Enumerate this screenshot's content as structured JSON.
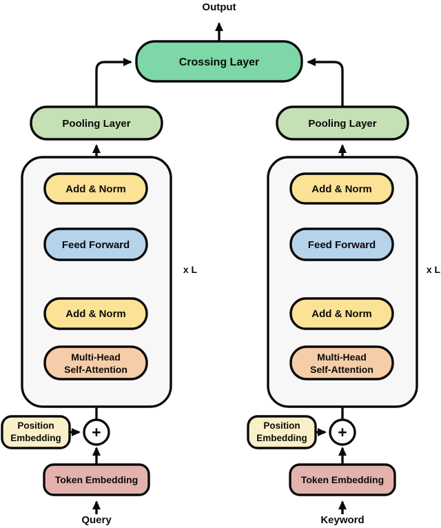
{
  "labels": {
    "output": "Output",
    "crossing": "Crossing Layer",
    "repeat": "x L",
    "plus": "+"
  },
  "towers": [
    {
      "name": "query-tower",
      "pooling": "Pooling Layer",
      "add_norm_top": "Add & Norm",
      "feed_forward": "Feed Forward",
      "add_norm_bottom": "Add & Norm",
      "attention_line1": "Multi-Head",
      "attention_line2": "Self-Attention",
      "position_line1": "Position",
      "position_line2": "Embedding",
      "token": "Token Embedding",
      "input": "Query"
    },
    {
      "name": "keyword-tower",
      "pooling": "Pooling Layer",
      "add_norm_top": "Add & Norm",
      "feed_forward": "Feed Forward",
      "add_norm_bottom": "Add & Norm",
      "attention_line1": "Multi-Head",
      "attention_line2": "Self-Attention",
      "position_line1": "Position",
      "position_line2": "Embedding",
      "token": "Token Embedding",
      "input": "Keyword"
    }
  ],
  "colors": {
    "background": "#ffffff",
    "line": "#0a0a0a",
    "crossing_fill": "#7ed7a6",
    "pooling_fill": "#c5e0b4",
    "encoder_fill": "#f7f7f7",
    "add_norm_fill": "#fbe295",
    "feed_forward_fill": "#b6d3ec",
    "attention_fill": "#f6cda9",
    "position_fill": "#fbefc8",
    "token_fill": "#e3b2ac",
    "plus_fill": "#fdfdfd"
  }
}
